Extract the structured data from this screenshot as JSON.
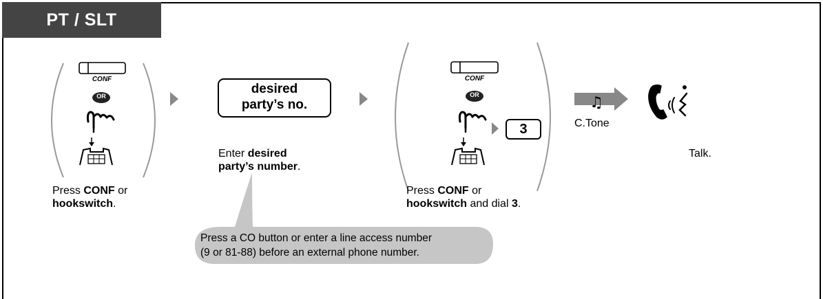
{
  "header": {
    "title": "PT / SLT"
  },
  "steps": [
    {
      "button_label": "CONF",
      "or_label": "OR",
      "caption_prefix": "Press ",
      "caption_bold1": "CONF",
      "caption_mid": " or",
      "caption_bold2": "hookswitch",
      "caption_end": "."
    },
    {
      "box_line1": "desired",
      "box_line2": "party’s no.",
      "caption_prefix": "Enter ",
      "caption_bold1": "desired",
      "caption_bold2": "party’s number",
      "caption_end": "."
    },
    {
      "button_label": "CONF",
      "or_label": "OR",
      "digit": "3",
      "caption_prefix": "Press ",
      "caption_bold1": "CONF",
      "caption_mid": " or",
      "caption_bold2": "hookswitch",
      "caption_mid2": " and dial ",
      "caption_bold3": "3",
      "caption_end": "."
    },
    {
      "tone_label": "C.Tone"
    },
    {
      "caption": "Talk."
    }
  ],
  "note": {
    "line1": "Press a CO button or enter a line access number",
    "line2": "(9 or 81-88) before an external phone number."
  }
}
